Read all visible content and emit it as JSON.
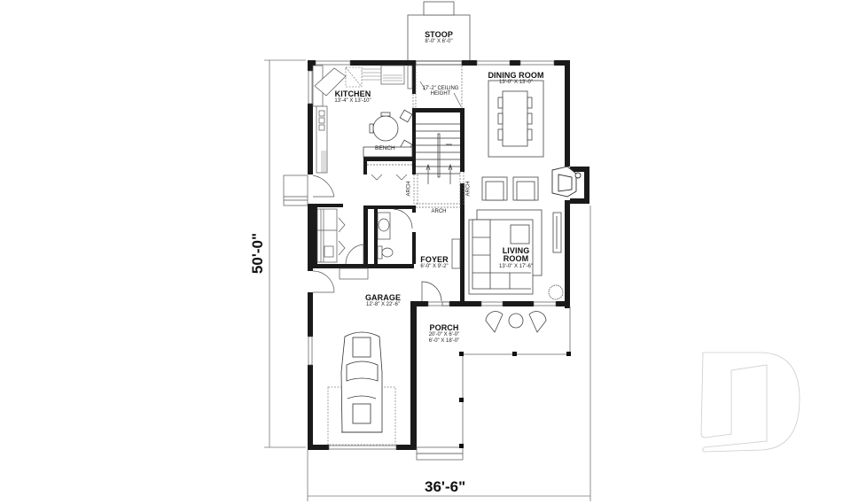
{
  "plan": {
    "overall_width": "36'-6\"",
    "overall_depth": "50'-0\"",
    "rooms": {
      "stoop": {
        "name": "STOOP",
        "dims": "8'-0\" X 6'-0\""
      },
      "kitchen": {
        "name": "KITCHEN",
        "dims": "13'-4\" X 13'-10\""
      },
      "dining": {
        "name": "DINING ROOM",
        "dims": "13'-0\" X 13'-0\""
      },
      "living": {
        "name_line1": "LIVING",
        "name_line2": "ROOM",
        "dims": "13'-0\" X 17'-6\""
      },
      "foyer": {
        "name": "FOYER",
        "dims": "6'-0\" X 9'-2\""
      },
      "garage": {
        "name": "GARAGE",
        "dims": "12'-8\" X 22'-6\""
      },
      "porch": {
        "name": "PORCH",
        "dims_line1": "20'-0\" X 6'-0\"",
        "dims_line2": "6'-0\" X 18'-0\""
      }
    },
    "notes": {
      "ceiling_line1": "17'-2\" CEILING",
      "ceiling_line2": "HEIGHT",
      "bench": "BENCH",
      "arch_left": "ARCH",
      "arch_right": "ARCH",
      "arch_bottom": "ARCH"
    },
    "colors": {
      "wall": "#1a1a1a",
      "line": "#555555",
      "logo": "#cccccc"
    }
  }
}
